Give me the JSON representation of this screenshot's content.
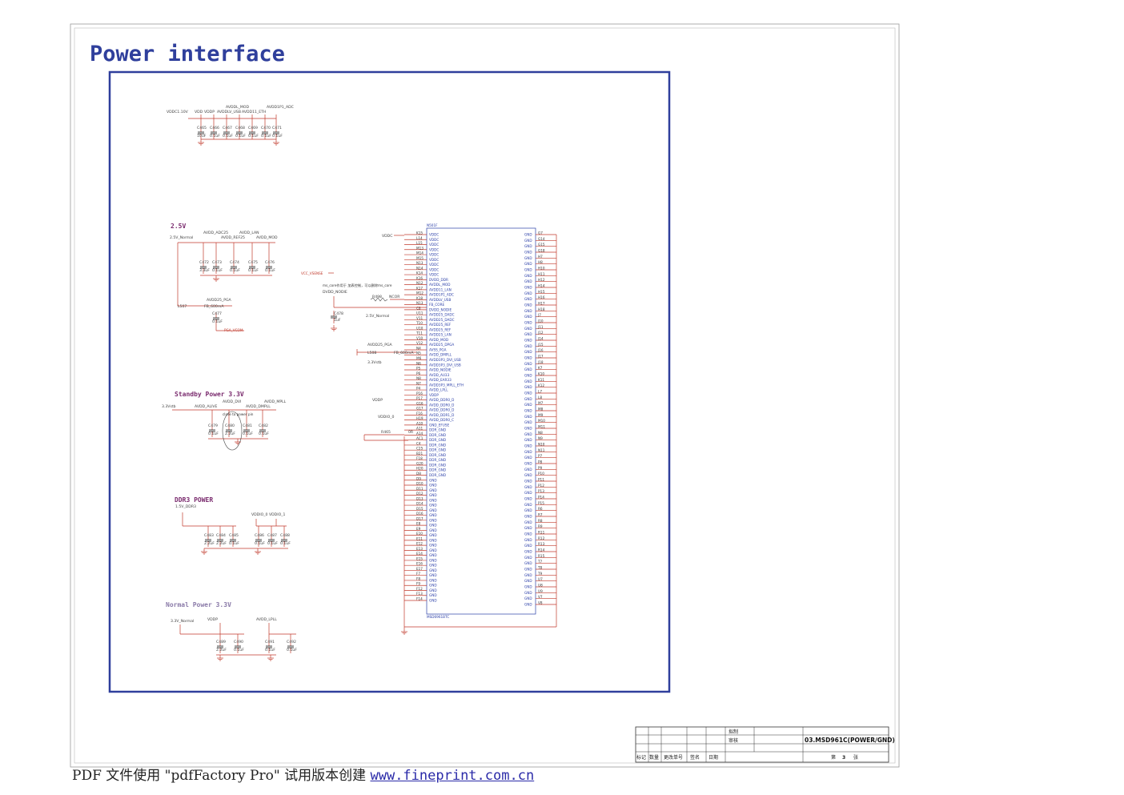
{
  "page_title": "Power interface",
  "sections": {
    "s25": "2.5V",
    "standby": "Standby Power 3.3V",
    "ddr3": "DDR3 POWER",
    "normal": "Normal Power 3.3V"
  },
  "top_group": {
    "nets": [
      "VDDC1.10V",
      "VDD",
      "VDDP",
      "AVDDL_MOD",
      "AVDDLV_USB",
      "AVDD11_ETH",
      "AVDD1P1_ADC"
    ],
    "caps": [
      {
        "ref": "C465",
        "val": "10uF"
      },
      {
        "ref": "C466",
        "val": "0.1uF"
      },
      {
        "ref": "C467",
        "val": "0.1uF"
      },
      {
        "ref": "C468",
        "val": "0.1uF"
      },
      {
        "ref": "C469",
        "val": "0.1uF"
      },
      {
        "ref": "C470",
        "val": "0.1uF"
      },
      {
        "ref": "C471",
        "val": "0.1uF"
      }
    ]
  },
  "group_25": {
    "nets": [
      "2.5V_Normal",
      "AVDD_ADC25",
      "AVDD_REF25",
      "AVDD_LAN",
      "AVDD_MOD",
      "AVDD25_PGA",
      "PGA_VCOM"
    ],
    "caps": [
      {
        "ref": "C472",
        "val": "3.3uF"
      },
      {
        "ref": "C473",
        "val": "0.1uF"
      },
      {
        "ref": "C474",
        "val": "0.1uF"
      },
      {
        "ref": "C475",
        "val": "0.1uF"
      },
      {
        "ref": "C476",
        "val": "0.1uF"
      },
      {
        "ref": "C477",
        "val": "0.1uF"
      }
    ],
    "bead": {
      "ref": "L507",
      "val": "FB_600mA"
    }
  },
  "group_standby": {
    "nets": [
      "3.3Vstb",
      "AVDD_ALIVE",
      "AVDD_DVI",
      "AVDD_MPLL",
      "AVDD_DMPLL"
    ],
    "caps": [
      {
        "ref": "C479",
        "val": "0.1uF"
      },
      {
        "ref": "C480",
        "val": "2.2uF"
      },
      {
        "ref": "C481",
        "val": "0.1uF"
      },
      {
        "ref": "C482",
        "val": "0.1uF"
      }
    ],
    "note": "close to power pin"
  },
  "group_ddr3": {
    "nets": [
      "1.5V_DDR3",
      "VDDIO_0",
      "VDDIO_1"
    ],
    "caps": [
      {
        "ref": "C483",
        "val": "2.2uF"
      },
      {
        "ref": "C484",
        "val": "2.2uF"
      },
      {
        "ref": "C485",
        "val": "0.1uF"
      },
      {
        "ref": "C486",
        "val": "0.1uF"
      },
      {
        "ref": "C487",
        "val": "0.1uF"
      },
      {
        "ref": "C488",
        "val": "0.1uF"
      }
    ]
  },
  "group_normal": {
    "nets": [
      "3.3V_Normal",
      "VDDP",
      "AVDD_LPLL"
    ],
    "caps": [
      {
        "ref": "C489",
        "val": "2.2uF"
      },
      {
        "ref": "C490",
        "val": "0.1uF"
      },
      {
        "ref": "C491",
        "val": "0.1uF"
      },
      {
        "ref": "C492",
        "val": "0.1uF"
      }
    ]
  },
  "ic": {
    "ref": "N501F",
    "part": "MSD6961BTC",
    "left_nets": [
      "VDDC",
      "VCC_VSENSE",
      "DVDD_NODIE",
      "2.5V_Normal",
      "AVDD25_PGA",
      "3.3Vstb",
      "VDDP",
      "VDDIO_0"
    ],
    "r_notes": [
      "R498",
      "NCOR",
      "R465",
      "0R"
    ],
    "c478": {
      "ref": "C478",
      "val": "1uF"
    },
    "l508": {
      "ref": "L508",
      "val": "FB_600mA"
    },
    "note_cn": "ms_core作用于 加表控制，可以删除ms_core",
    "pins_left": [
      "K15",
      "L14",
      "L15",
      "M13",
      "M14",
      "M15",
      "N13",
      "N14",
      "K14",
      "K16",
      "N12",
      "K17",
      "M12",
      "K18",
      "N13",
      "C8",
      "U11",
      "V11",
      "T10",
      "U10",
      "T11",
      "V10",
      "V12",
      "N4",
      "N5",
      "M6",
      "N6",
      "P5",
      "P6",
      "N8",
      "N7",
      "P4",
      "P16",
      "P17",
      "G16",
      "G17",
      "F16",
      "H19",
      "A10",
      "A11",
      "A14",
      "AC1",
      "C4",
      "C25",
      "B21",
      "F18",
      "G20",
      "H20",
      "D8",
      "D9",
      "D10",
      "D11",
      "D12",
      "D13",
      "D14",
      "D15",
      "D16",
      "D17",
      "E8",
      "E9",
      "E10",
      "E11",
      "E12",
      "E13",
      "E14",
      "E15",
      "E16",
      "E17",
      "F7",
      "F8",
      "F9",
      "F12",
      "F13",
      "F14"
    ],
    "funcs_left": [
      "VDDC",
      "VDDC",
      "VDDC",
      "VDDC",
      "VDDC",
      "VDDC",
      "VDDC",
      "VDDC",
      "VDDC",
      "DVDD_DDR",
      "AVDDL_MOD",
      "AVDD11_LAN",
      "AVDD1P1_ADC",
      "AVDDLV_USB",
      "FB_CORE",
      "DVDD_NODIE",
      "AVDD25_DADC",
      "AVDD25_DADC",
      "AVDD25_REF",
      "AVDD25_REF",
      "AVDD25_LAN",
      "AVDD_MOD",
      "AVDD25_DPGA",
      "AVSS_PGA",
      "AVDD_DMPLL",
      "AVDD3P3_DVI_USB",
      "AVDD3P3_DVI_USB",
      "AVDD_NODIE",
      "AVDD_AU33",
      "AVDD_EAR33",
      "AVDD3P3_MPLL_ETH",
      "AVDD_LPLL",
      "VDDP",
      "AVDD_DDR0_D",
      "AVDD_DDR0_D",
      "AVDD_DDR0_D",
      "AVDD_DDR1_D",
      "AVDD_DDR0_C",
      "GND_EFUSE",
      "DDR_GND",
      "DDR_GND",
      "DDR_GND",
      "DDR_GND",
      "DDR_GND",
      "DDR_GND",
      "DDR_GND",
      "DDR_GND",
      "DDR_GND",
      "DDR_GND",
      "GND",
      "GND",
      "GND",
      "GND",
      "GND",
      "GND",
      "GND",
      "GND",
      "GND",
      "GND",
      "GND",
      "GND",
      "GND",
      "GND",
      "GND",
      "GND",
      "GND",
      "GND",
      "GND",
      "GND",
      "GND",
      "GND",
      "GND",
      "GND",
      "GND",
      "GND"
    ],
    "pins_right": [
      "G7",
      "G14",
      "G15",
      "G18",
      "H7",
      "H8",
      "H10",
      "H11",
      "H12",
      "H14",
      "H15",
      "H16",
      "H17",
      "H18",
      "J7",
      "J10",
      "J11",
      "J12",
      "J14",
      "J15",
      "J16",
      "J17",
      "J18",
      "K7",
      "K10",
      "K11",
      "K12",
      "L7",
      "L8",
      "M7",
      "M8",
      "M9",
      "M10",
      "M11",
      "N8",
      "N9",
      "N10",
      "N11",
      "P7",
      "P8",
      "P9",
      "P10",
      "P11",
      "P12",
      "P13",
      "P14",
      "P15",
      "R6",
      "R7",
      "R8",
      "R9",
      "R11",
      "R12",
      "R13",
      "R14",
      "R15",
      "T7",
      "T8",
      "T9",
      "U7",
      "U8",
      "U9",
      "V7",
      "V8"
    ]
  },
  "title_block": {
    "drawn": "拟制",
    "checked": "审核",
    "sheet_name": "03.MSD961C(POWER/GND)",
    "cols": [
      "标记",
      "数量",
      "更改单号",
      "签名",
      "日期"
    ],
    "page_prefix": "第",
    "page_num": "3",
    "page_suffix": "张"
  },
  "footer": {
    "text": "PDF 文件使用 \"pdfFactory Pro\" 试用版本创建 ",
    "link": "www.fineprint.com.cn"
  }
}
